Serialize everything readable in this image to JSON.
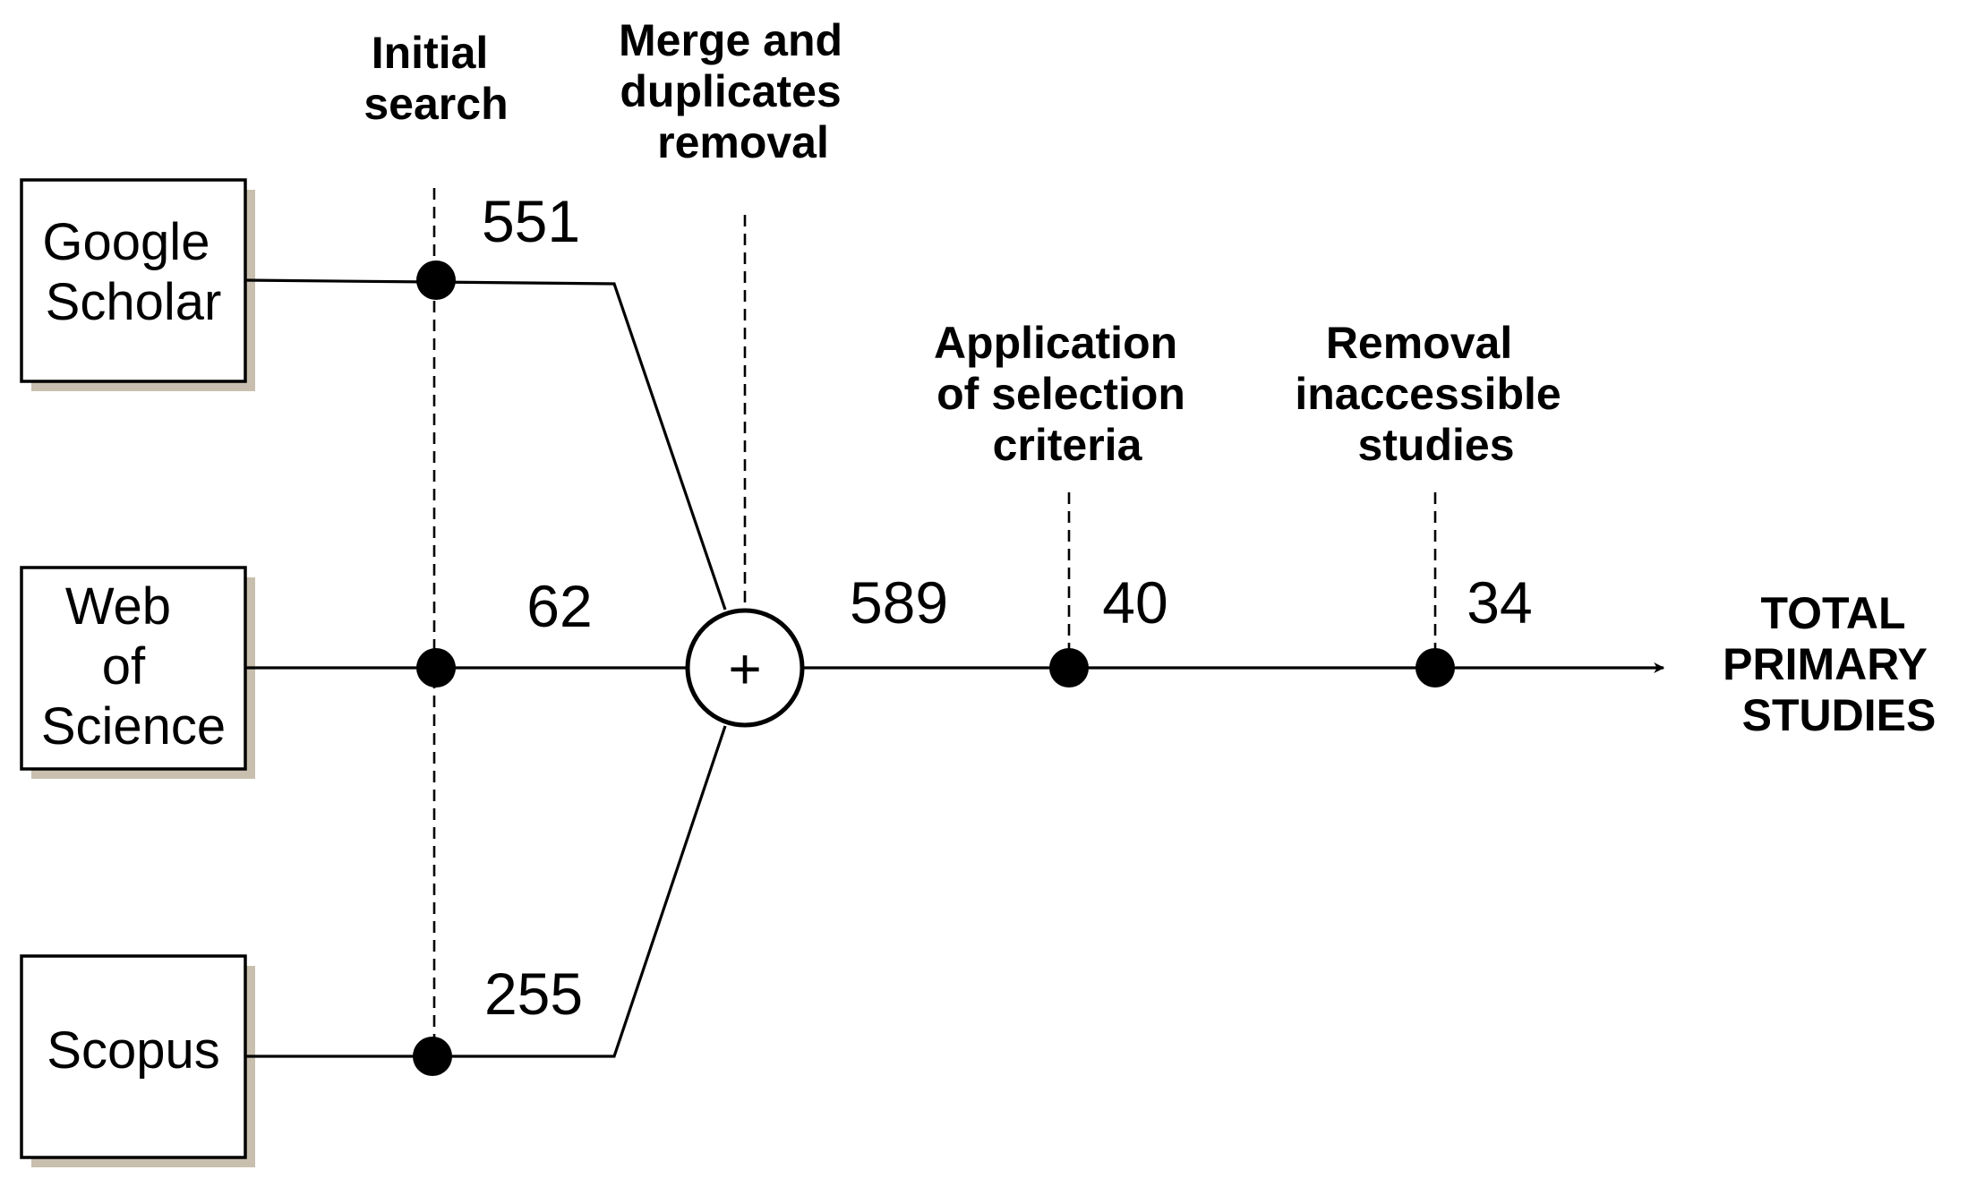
{
  "sources": [
    {
      "lines": [
        "Google",
        "Scholar"
      ],
      "count": "551"
    },
    {
      "lines": [
        "Web",
        "of",
        "Science"
      ],
      "count": "62"
    },
    {
      "lines": [
        "Scopus"
      ],
      "count": "255"
    }
  ],
  "stages": {
    "initial_search": [
      "Initial",
      "search"
    ],
    "merge": [
      "Merge and",
      "duplicates",
      "removal"
    ],
    "selection": [
      "Application",
      "of selection",
      "criteria"
    ],
    "removal": [
      "Removal",
      "inaccessible",
      "studies"
    ]
  },
  "counts": {
    "merged": "589",
    "after_selection": "40",
    "after_removal": "34"
  },
  "merge_symbol": "+",
  "result": [
    "TOTAL",
    "PRIMARY",
    "STUDIES"
  ]
}
